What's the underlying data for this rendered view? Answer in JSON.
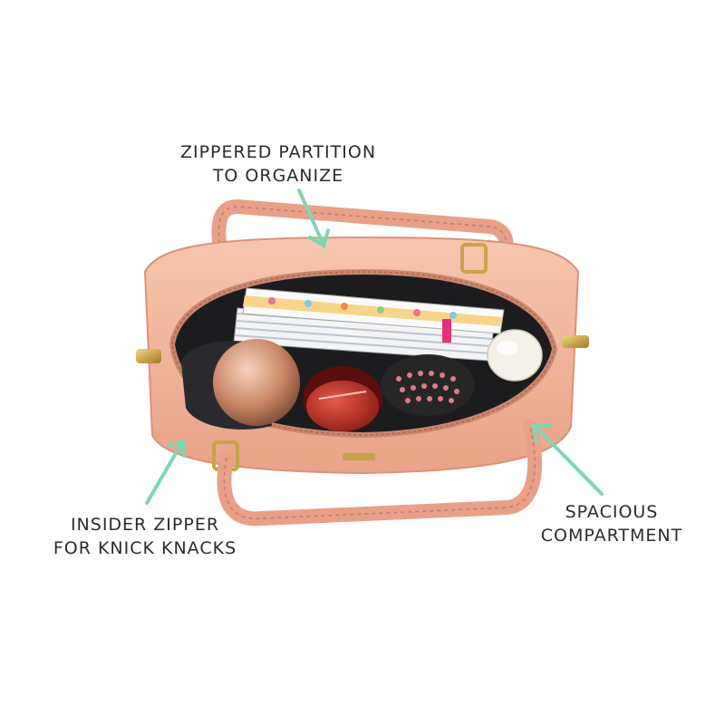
{
  "callouts": {
    "top": {
      "line1": "ZIPPERED PARTITION",
      "line2": "TO ORGANIZE"
    },
    "left": {
      "line1": "INSIDER ZIPPER",
      "line2": "FOR KNICK KNACKS"
    },
    "right": {
      "line1": "SPACIOUS",
      "line2": "COMPARTMENT"
    }
  },
  "colors": {
    "arrow": "#7fd6b0",
    "bag": "#f2b39a",
    "bag_shadow": "#d98f77",
    "hardware": "#c9a24a",
    "text": "#2b2b2b"
  }
}
